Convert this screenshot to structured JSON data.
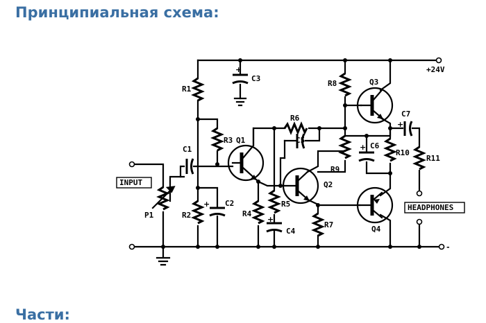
{
  "headings": {
    "schematic": "Принципиальная схема:",
    "parts": "Части:"
  },
  "labels": {
    "r1": "R1",
    "r2": "R2",
    "r3": "R3",
    "r4": "R4",
    "r5": "R5",
    "r6": "R6",
    "r7": "R7",
    "r8": "R8",
    "r9": "R9",
    "r10": "R10",
    "r11": "R11",
    "c1": "C1",
    "c2": "C2",
    "c3": "C3",
    "c4": "C4",
    "c5": "C5",
    "c6": "C6",
    "c7": "C7",
    "q1": "Q1",
    "q2": "Q2",
    "q3": "Q3",
    "q4": "Q4",
    "p1": "P1",
    "input": "INPUT",
    "headphones": "HEADPHONES",
    "supply": "+24V",
    "minus": "-",
    "plus": "+"
  },
  "colors": {
    "heading": "#3a6fa3",
    "wire": "#000000"
  }
}
